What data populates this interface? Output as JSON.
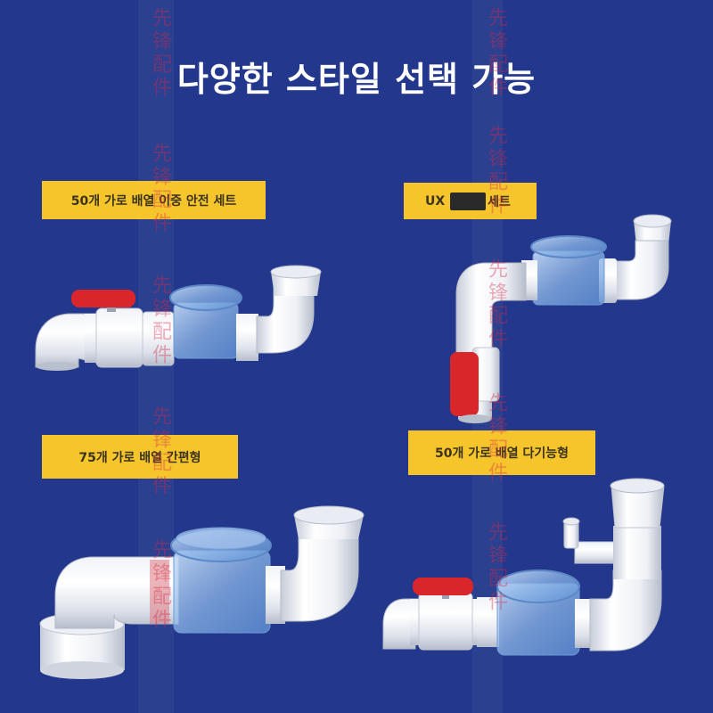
{
  "title": "다양한 스타일 선택 가능",
  "watermark": "先锋配件",
  "colors": {
    "background": "#23388c",
    "label": "#f6c52c",
    "handle": "#d8262a"
  },
  "products": [
    {
      "label": "50개 가로 배열 이중 안전 세트"
    },
    {
      "label_prefix": "UX",
      "label_suffix": "세트"
    },
    {
      "label": "75개 가로 배열 간편형"
    },
    {
      "label": "50개 가로 배열 다기능형"
    }
  ]
}
